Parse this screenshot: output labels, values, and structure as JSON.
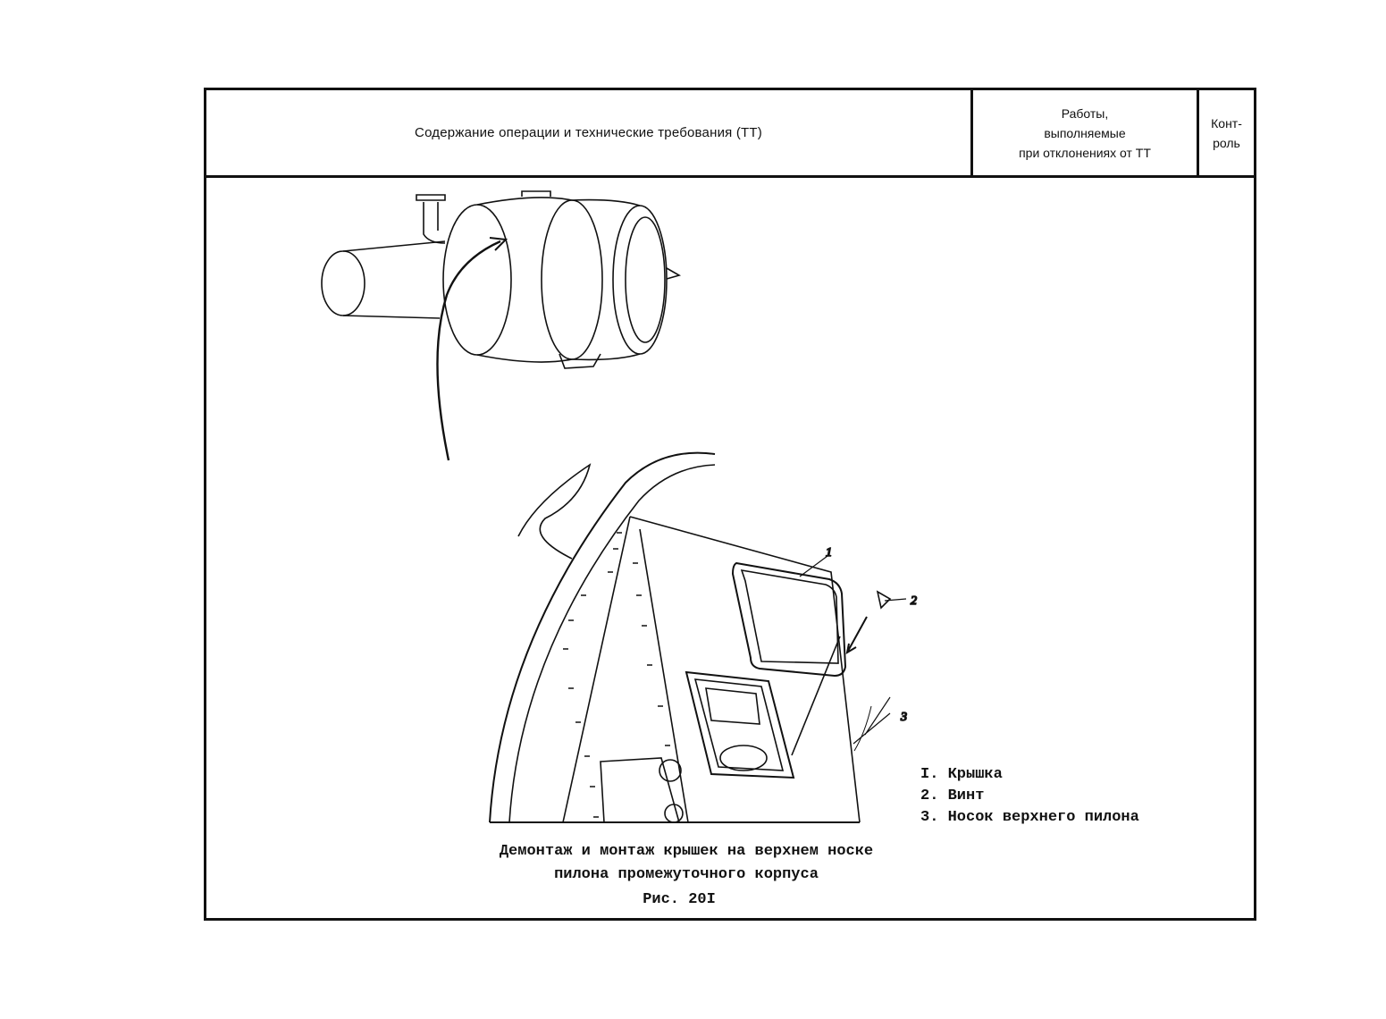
{
  "header": {
    "col_main": "Содержание операции и технические требования (ТТ)",
    "col_deviation": [
      "Работы,",
      "выполняемые",
      "при отклонениях от ТТ"
    ],
    "col_control": [
      "Конт-",
      "роль"
    ]
  },
  "callouts": {
    "c1": "1",
    "c2": "2",
    "c3": "3"
  },
  "legend": [
    "I. Крышка",
    "2. Винт",
    "3. Носок верхнего пилона"
  ],
  "caption": {
    "line1": "Демонтаж и монтаж крышек на верхнем носке",
    "line2": "пилона промежуточного корпуса",
    "figure": "Рис. 20I"
  }
}
